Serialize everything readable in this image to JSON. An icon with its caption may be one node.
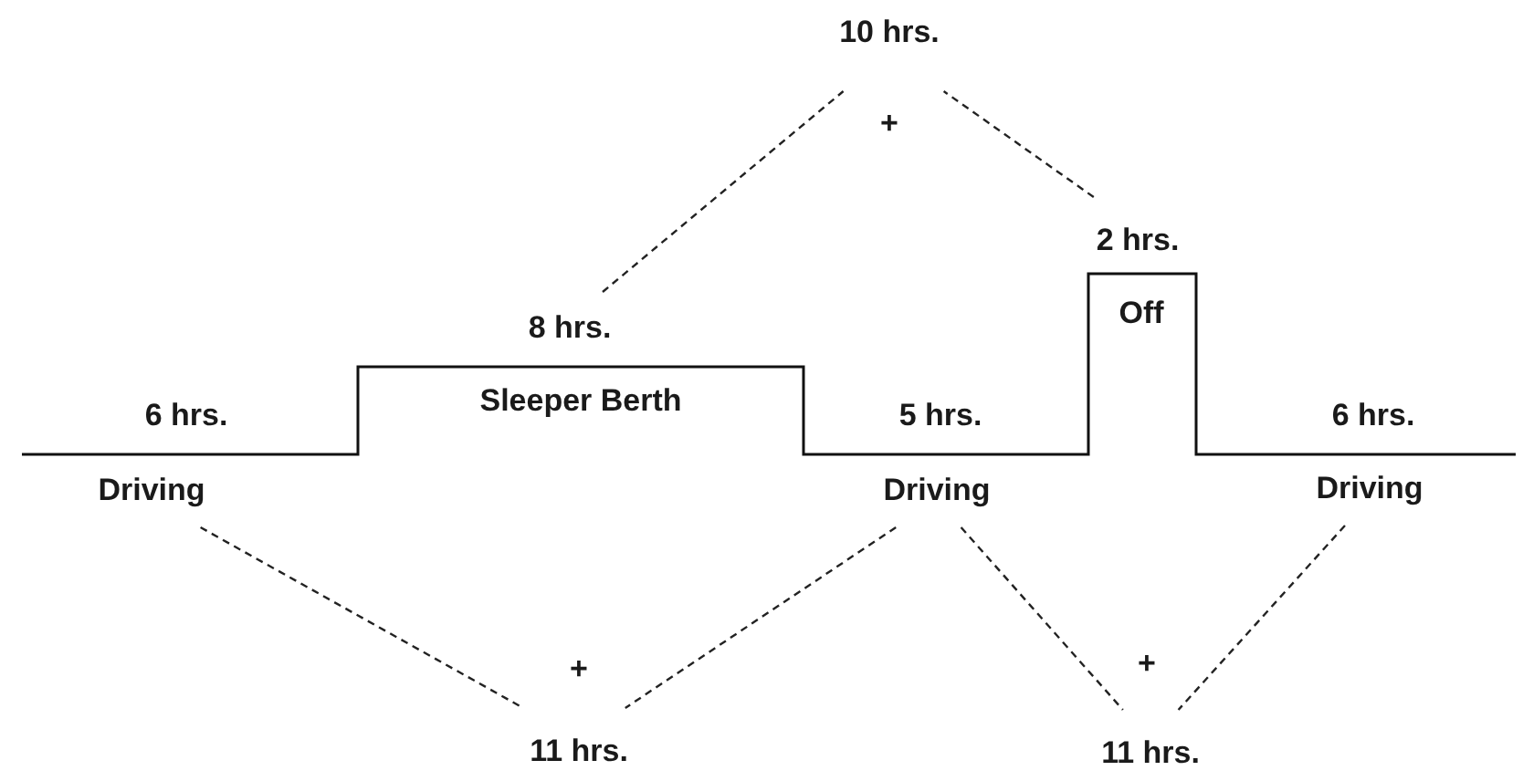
{
  "diagram": {
    "nodes": [
      {
        "text": [
          "10 hrs."
        ]
      },
      {
        "text": [
          "2 hrs."
        ]
      },
      {
        "text": [
          "8 hrs."
        ]
      },
      {
        "text": [
          "Driving"
        ]
      },
      {
        "text": [
          "Driving"
        ]
      },
      {
        "text": [
          "Driving"
        ]
      },
      {
        "text": [
          "11 hrs."
        ]
      },
      {
        "text": [
          "11 hrs."
        ]
      }
    ],
    "edges": [
      {
        "from": 2,
        "to": 0,
        "arrow": "none",
        "style": "dashed"
      },
      {
        "from": 1,
        "to": 0,
        "arrow": "none",
        "style": "dashed"
      },
      {
        "from": 3,
        "to": 6,
        "arrow": "none",
        "style": "dashed"
      },
      {
        "from": 4,
        "to": 6,
        "arrow": "none",
        "style": "dashed"
      },
      {
        "from": 4,
        "to": 7,
        "arrow": "none",
        "style": "dashed"
      },
      {
        "from": 5,
        "to": 7,
        "arrow": "none",
        "style": "dashed"
      }
    ],
    "labels": [
      "+",
      "Off",
      "6 hrs.",
      "Sleeper Berth",
      "5 hrs.",
      "6 hrs.",
      "+",
      "+"
    ]
  }
}
